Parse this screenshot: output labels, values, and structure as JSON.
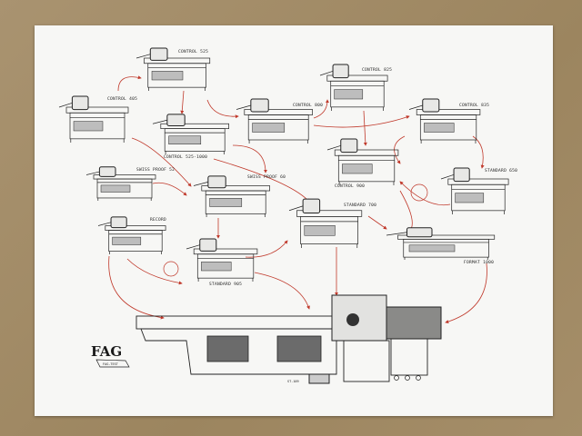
{
  "poster": {
    "background_color": "#a38c66",
    "paper_color": "#f7f7f5",
    "ink_color": "#222222",
    "arrow_color": "#c0392b",
    "logo": {
      "text": "FAG",
      "subtitle": "FAG-TEST"
    },
    "model_number": "ST-109",
    "machines": [
      {
        "label": "CONTROL 525"
      },
      {
        "label": "CONTROL 405"
      },
      {
        "label": "CONTROL 525-1000"
      },
      {
        "label": "CONTROL 800"
      },
      {
        "label": "CONTROL 825"
      },
      {
        "label": "CONTROL 835"
      },
      {
        "label": "CONTROL 900"
      },
      {
        "label": "STANDARD 650"
      },
      {
        "label": "SWISS PROOF 52"
      },
      {
        "label": "SWISS PROOF 60"
      },
      {
        "label": "RECORD"
      },
      {
        "label": "STANDARD 905"
      },
      {
        "label": "STANDARD 700"
      },
      {
        "label": "FORMAT 1000"
      }
    ]
  }
}
